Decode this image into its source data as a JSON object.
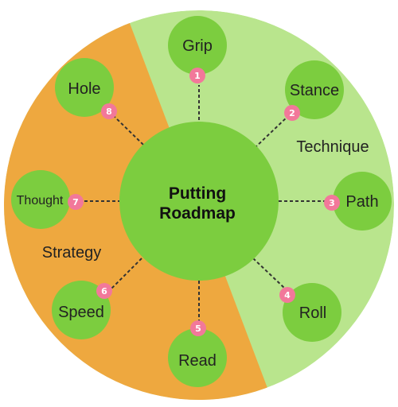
{
  "center": {
    "line1": "Putting",
    "line2": "Roadmap"
  },
  "sectors": {
    "technique": "Technique",
    "strategy": "Strategy"
  },
  "nodes": [
    {
      "label": "Grip",
      "number": "1"
    },
    {
      "label": "Stance",
      "number": "2"
    },
    {
      "label": "Path",
      "number": "3"
    },
    {
      "label": "Roll",
      "number": "4"
    },
    {
      "label": "Read",
      "number": "5"
    },
    {
      "label": "Speed",
      "number": "6"
    },
    {
      "label": "Thought",
      "number": "7"
    },
    {
      "label": "Hole",
      "number": "8"
    }
  ],
  "colors": {
    "technique_bg": "#b9e58d",
    "strategy_bg": "#eea83f",
    "node_fill": "#7ccd3f",
    "badge_fill": "#f2789a",
    "connector": "#333333"
  }
}
